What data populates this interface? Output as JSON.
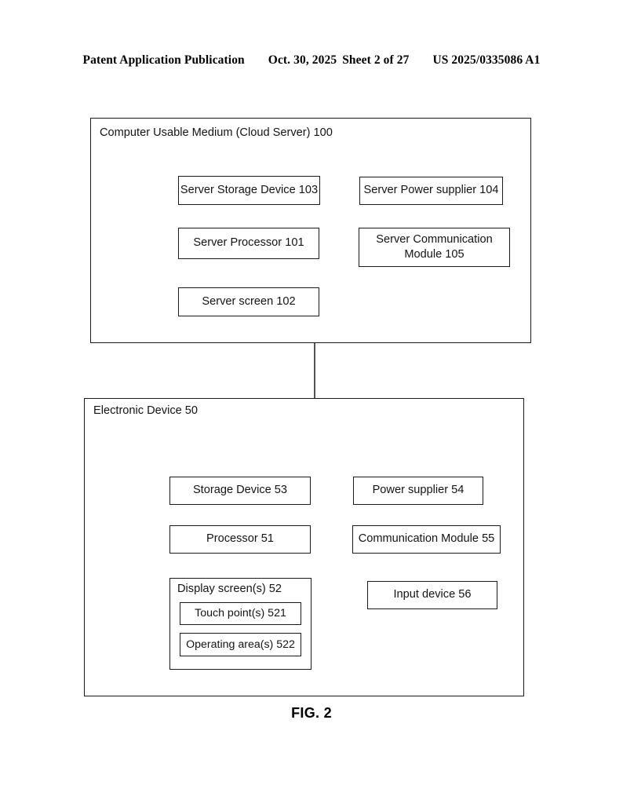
{
  "header": {
    "publication": "Patent Application Publication",
    "date": "Oct. 30, 2025",
    "sheet": "Sheet 2 of 27",
    "patent_number": "US 2025/0335086 A1"
  },
  "figure": {
    "caption": "FIG. 2",
    "server_group": {
      "label": "Computer Usable Medium (Cloud Server) 100",
      "nodes": [
        {
          "id": "server-storage-device",
          "label": "Server Storage Device 103"
        },
        {
          "id": "server-power-supplier",
          "label": "Server Power supplier 104"
        },
        {
          "id": "server-processor",
          "label": "Server Processor 101"
        },
        {
          "id": "server-communication-module",
          "label": "Server Communication Module 105"
        },
        {
          "id": "server-screen",
          "label": "Server screen 102"
        }
      ]
    },
    "device_group": {
      "label": "Electronic Device 50",
      "nodes": [
        {
          "id": "storage-device",
          "label": "Storage Device 53"
        },
        {
          "id": "power-supplier",
          "label": "Power supplier 54"
        },
        {
          "id": "processor",
          "label": "Processor 51"
        },
        {
          "id": "communication-module",
          "label": "Communication Module 55"
        },
        {
          "id": "display-screen",
          "label": "Display screen(s) 52"
        },
        {
          "id": "touch-points",
          "label": "Touch point(s) 521"
        },
        {
          "id": "operating-areas",
          "label": "Operating area(s) 522"
        },
        {
          "id": "input-device",
          "label": "Input device 56"
        }
      ]
    }
  },
  "colors": {
    "line": "#1a1a1a",
    "text": "#141414",
    "background": "#ffffff"
  }
}
